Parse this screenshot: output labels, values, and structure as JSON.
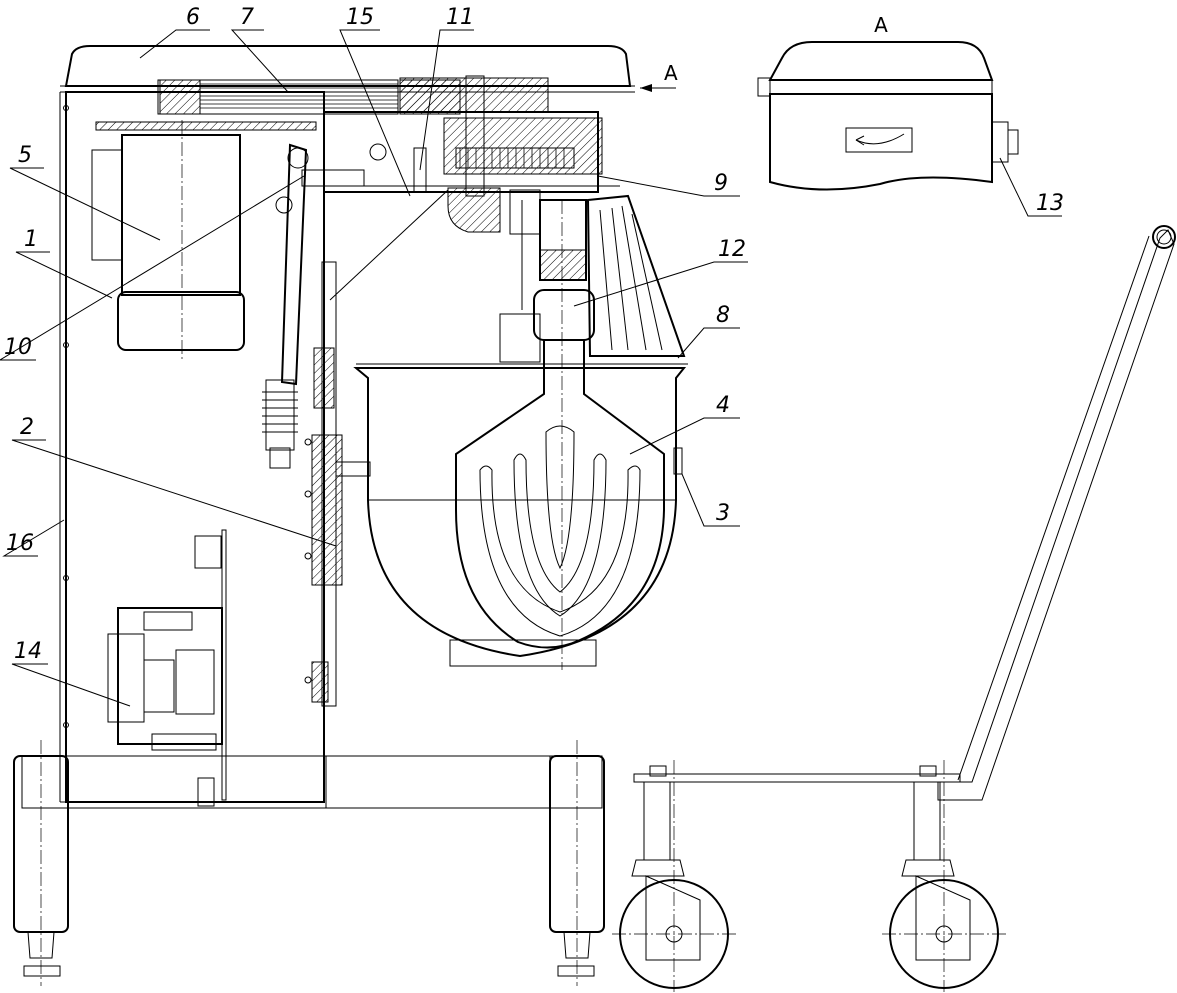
{
  "view_label": "A",
  "section_arrow_label": "A",
  "callouts": [
    {
      "id": "6",
      "label": "6"
    },
    {
      "id": "7",
      "label": "7"
    },
    {
      "id": "15",
      "label": "15"
    },
    {
      "id": "11",
      "label": "11"
    },
    {
      "id": "5",
      "label": "5"
    },
    {
      "id": "1",
      "label": "1"
    },
    {
      "id": "10",
      "label": "10"
    },
    {
      "id": "2",
      "label": "2"
    },
    {
      "id": "16",
      "label": "16"
    },
    {
      "id": "14",
      "label": "14"
    },
    {
      "id": "9",
      "label": "9"
    },
    {
      "id": "12",
      "label": "12"
    },
    {
      "id": "8",
      "label": "8"
    },
    {
      "id": "4",
      "label": "4"
    },
    {
      "id": "3",
      "label": "3"
    },
    {
      "id": "13",
      "label": "13"
    }
  ]
}
